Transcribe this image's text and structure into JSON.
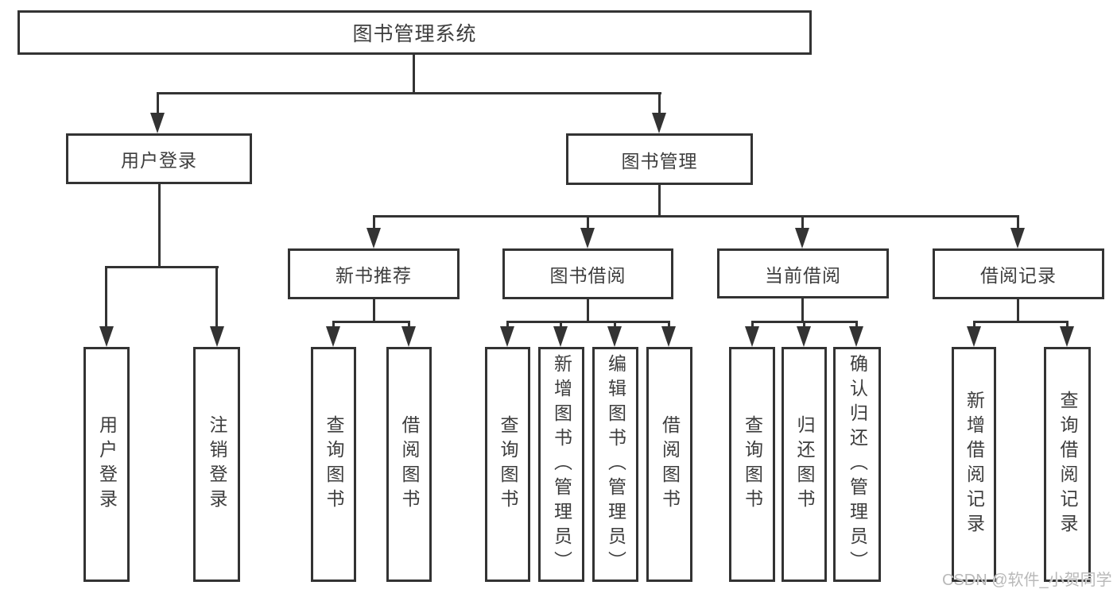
{
  "diagram_type": "hierarchy-tree",
  "watermark": "CSDN @软件_小贺同学",
  "colors": {
    "line": "#333333",
    "text": "#3d3d3d",
    "watermark": "#b9b9b9",
    "background": "#ffffff"
  },
  "tree": {
    "root": "图书管理系统",
    "children": [
      {
        "label": "用户登录",
        "children": [
          "用户登录",
          "注销登录"
        ]
      },
      {
        "label": "图书管理",
        "children": [
          {
            "label": "新书推荐",
            "children": [
              "查询图书",
              "借阅图书"
            ]
          },
          {
            "label": "图书借阅",
            "children": [
              "查询图书",
              "新增图书（管理员）",
              "编辑图书（管理员）",
              "借阅图书"
            ]
          },
          {
            "label": "当前借阅",
            "children": [
              "查询图书",
              "归还图书",
              "确认归还（管理员）"
            ]
          },
          {
            "label": "借阅记录",
            "children": [
              "新增借阅记录",
              "查询借阅记录"
            ]
          }
        ]
      }
    ]
  }
}
